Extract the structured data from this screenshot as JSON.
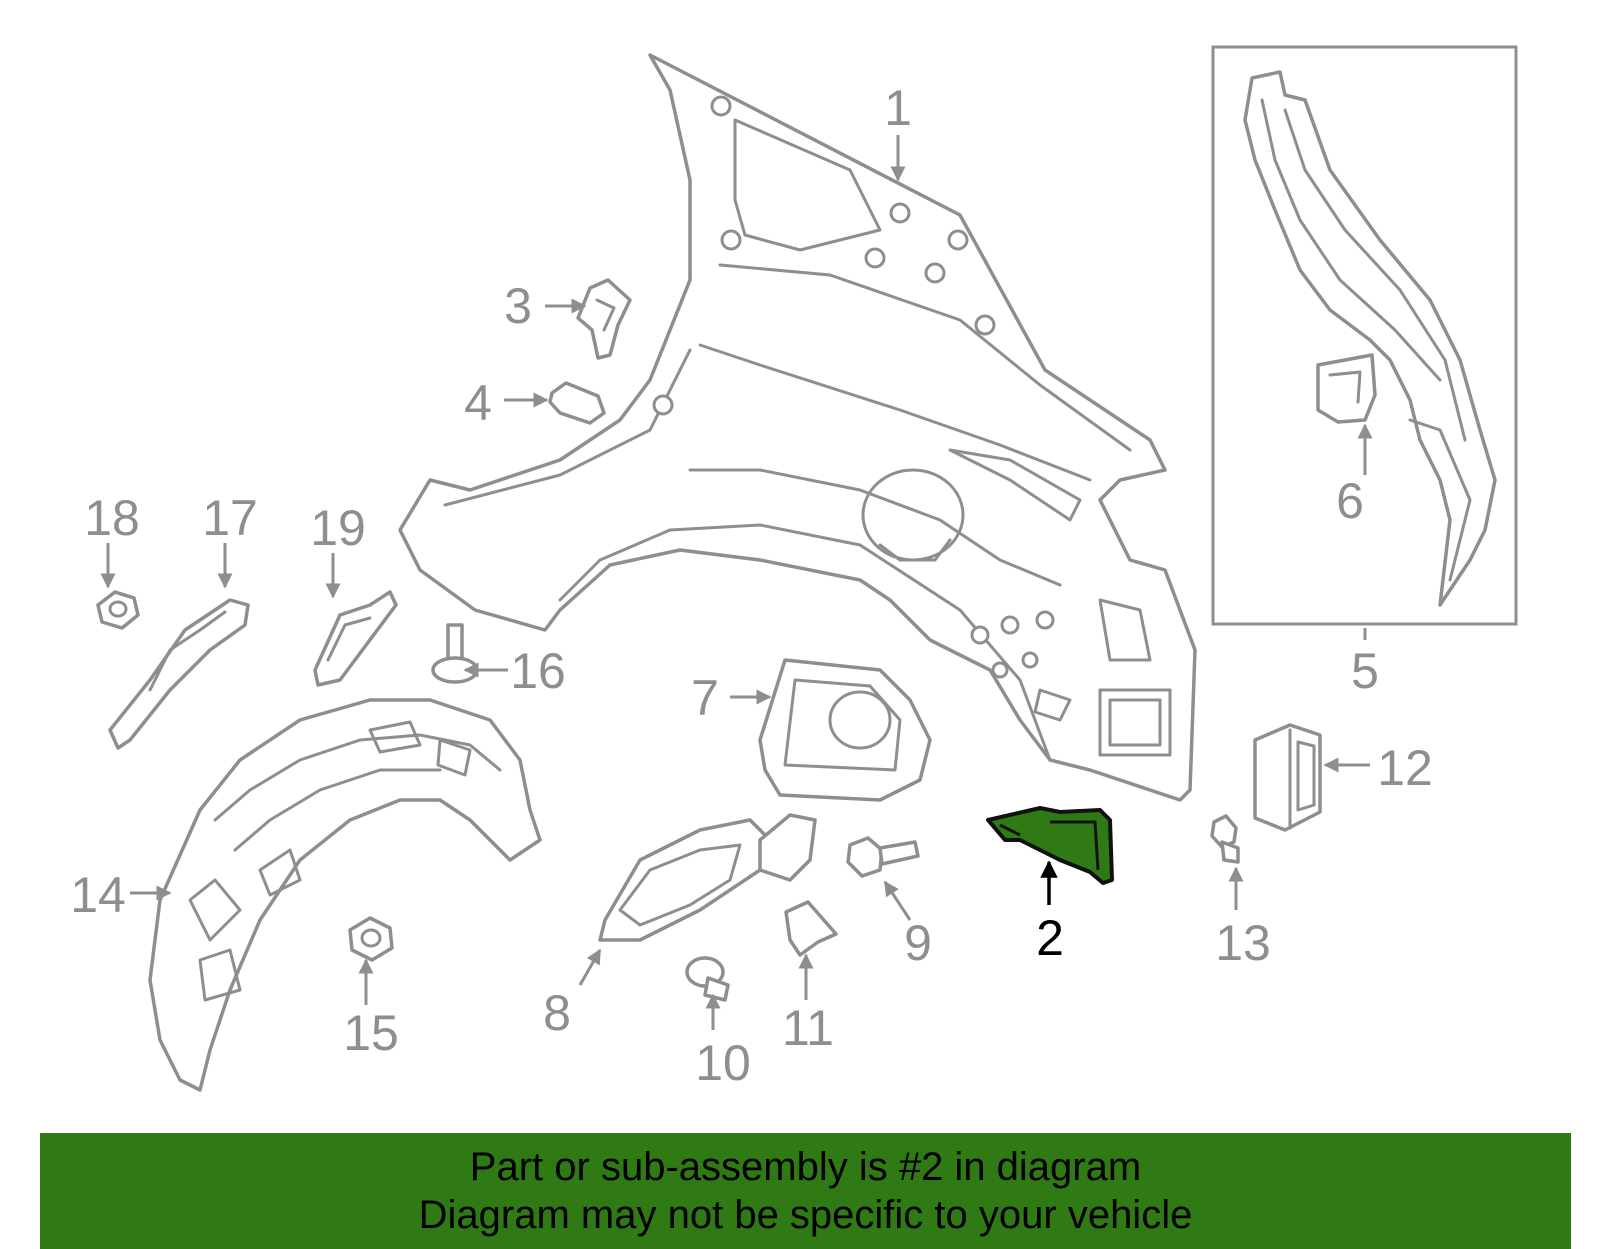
{
  "callouts": {
    "c1": "1",
    "c2": "2",
    "c3": "3",
    "c4": "4",
    "c5": "5",
    "c6": "6",
    "c7": "7",
    "c8": "8",
    "c9": "9",
    "c10": "10",
    "c11": "11",
    "c12": "12",
    "c13": "13",
    "c14": "14",
    "c15": "15",
    "c16": "16",
    "c17": "17",
    "c18": "18",
    "c19": "19"
  },
  "banner": {
    "line1": "Part or sub-assembly is #2 in diagram",
    "line2": "Diagram may not be specific to your vehicle"
  },
  "colors": {
    "highlight": "#2f7a14",
    "line": "#8e8e8e",
    "banner": "#2f7a14"
  },
  "highlighted_part": "2"
}
